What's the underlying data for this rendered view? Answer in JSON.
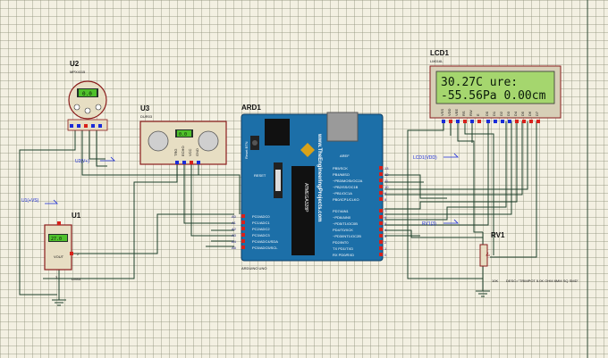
{
  "components": {
    "u2": {
      "ref": "U2",
      "part": "MPX4115"
    },
    "u3": {
      "ref": "U3",
      "part": "DUR03",
      "pins": [
        "TRG",
        "ECHO",
        "VCC",
        "GND"
      ]
    },
    "ard1": {
      "ref": "ARD1",
      "part": "ARDUINO UNO",
      "brand": "www.TheEngineeringProjects.com",
      "chip": "ATMEGA328P",
      "aref": "AREF",
      "reset": "Reset BTN",
      "reset_pin": "RESET",
      "analog_pins": [
        "A0",
        "A1",
        "A2",
        "A3",
        "A4",
        "A5"
      ],
      "analog_labels": [
        "PC0/ADC0",
        "PC1/ADC1",
        "PC2/ADC2",
        "PC3/ADC3",
        "PC4/ADC4/SDA",
        "PC5/ADC5/SCL"
      ],
      "digital_top": [
        "PB5/SCK",
        "PB4/MISO",
        "~PB3/MOSI/OC2A",
        "~PB2/SS/OC1B",
        "~PB1/OC1A",
        "PB0/ICP1/CLKO"
      ],
      "digital_bottom": [
        "PD7/AIN1",
        "~PD6/AIN0",
        "~PD5/T1/OC0B",
        "PD4/T0/XCK",
        "~PD3/INT1/OC2B",
        "PD2/INT0",
        "TX PD1/TXD",
        "RX PD0/RXD"
      ],
      "digital_nums_top": [
        "13",
        "12",
        "11",
        "10",
        "9",
        "8"
      ],
      "digital_nums_bottom": [
        "7",
        "6",
        "5",
        "4",
        "3",
        "2",
        "1",
        "0"
      ]
    },
    "lcd1": {
      "ref": "LCD1",
      "part": "LM016L",
      "line1": "30.27C  ure:",
      "line2": "-55.56Pa 0.00cm",
      "pins": [
        "VSS",
        "VDD",
        "VEE",
        "RS",
        "RW",
        "E",
        "D0",
        "D1",
        "D2",
        "D3",
        "D4",
        "D5",
        "D6",
        "D7"
      ]
    },
    "u1": {
      "ref": "U1",
      "part": "LM35",
      "vout": "VOUT",
      "pin_num": "2",
      "pin3": "3"
    },
    "rv1": {
      "ref": "RV1",
      "value": "10K",
      "desc": "DESC=\"TRIMPOT 5.0K OHM 6MM SQ SMD\""
    }
  },
  "probes": {
    "u2_vout": "U2(V+)",
    "u1_vout": "U1(+VS)",
    "lcd_vdd": "LCD1(VDD)",
    "rv1_probe": "RV1(3)"
  },
  "displays": {
    "u2_display": "0.0",
    "u3_display": "0.0",
    "u1_display": "27.0"
  },
  "colors": {
    "background": "#f3f0e2",
    "board": "#1c6fa8",
    "lcd_bg": "#a5d66e",
    "wire": "#1e3f2a",
    "component_outline": "#8a1c1c"
  }
}
